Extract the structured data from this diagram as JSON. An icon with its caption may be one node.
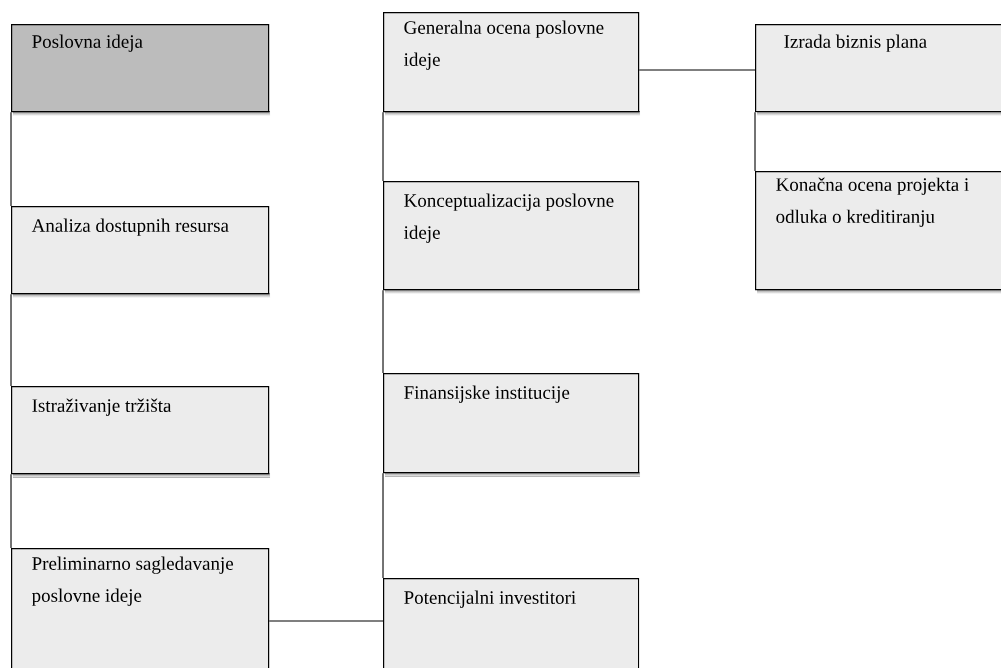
{
  "diagram": {
    "nodes": [
      {
        "text": [
          "Poslovna ideja"
        ]
      },
      {
        "text": [
          "Analiza dostupnih resursa"
        ]
      },
      {
        "text": [
          "Istraživanje tržišta"
        ]
      },
      {
        "text": [
          "Preliminarno sagledavanje poslovne ideje"
        ]
      },
      {
        "text": [
          "Generalna ocena poslovne ideje"
        ]
      },
      {
        "text": [
          "Konceptualizacija poslovne ideje"
        ]
      },
      {
        "text": [
          "Finansijske institucije"
        ]
      },
      {
        "text": [
          "Potencijalni investitori"
        ]
      },
      {
        "text": [
          "Izrada biznis plana"
        ]
      },
      {
        "text": [
          "Konačna ocena projekta i odluka o kreditiranju"
        ]
      }
    ],
    "edges": [
      {
        "from": 0,
        "to": 1,
        "arrow": "none"
      },
      {
        "from": 1,
        "to": 2,
        "arrow": "none"
      },
      {
        "from": 2,
        "to": 3,
        "arrow": "none"
      },
      {
        "from": 3,
        "to": 7,
        "arrow": "none"
      },
      {
        "from": 4,
        "to": 5,
        "arrow": "none"
      },
      {
        "from": 5,
        "to": 6,
        "arrow": "none"
      },
      {
        "from": 6,
        "to": 7,
        "arrow": "none"
      },
      {
        "from": 4,
        "to": 8,
        "arrow": "none"
      },
      {
        "from": 8,
        "to": 9,
        "arrow": "none"
      }
    ]
  }
}
